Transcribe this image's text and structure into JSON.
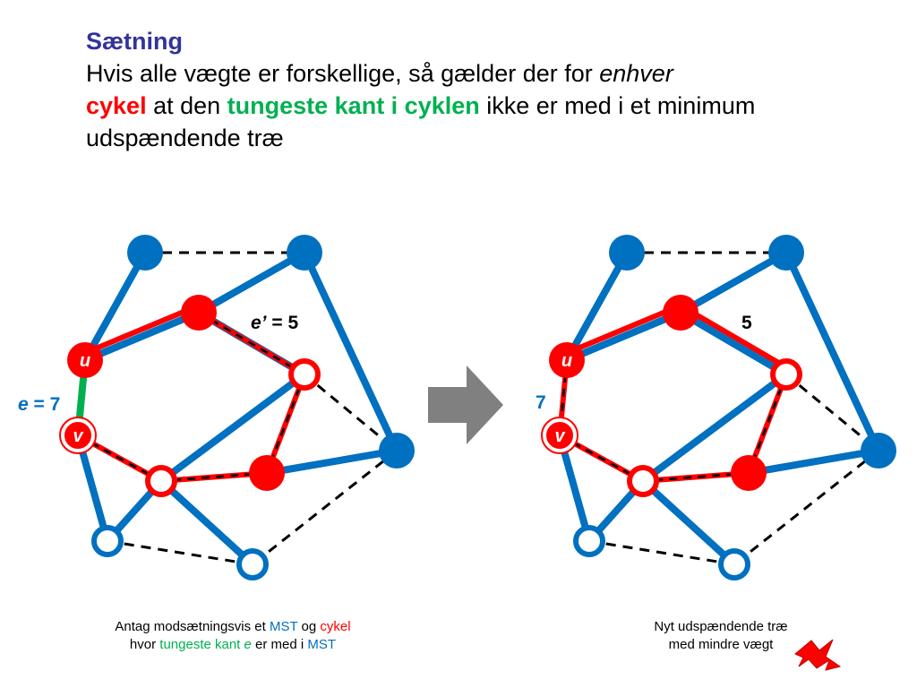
{
  "heading": {
    "title": "Sætning",
    "line1": "Hvis alle vægte er forskellige, så gælder der for ",
    "line1_italic": "enhver",
    "cycle": "cykel",
    "mid": " at den ",
    "heaviest": "tungeste kant i cyklen",
    "tail": " ikke er med i et minimum udspændende træ"
  },
  "left_graph": {
    "u_label": "u",
    "v_label": "v",
    "e_symbol": "e",
    "e_value": " = 7",
    "e2_symbol": "e’",
    "e2_value": " = 5"
  },
  "right_graph": {
    "u_label": "u",
    "v_label": "v",
    "weight_uv": "7",
    "weight_e2": "5"
  },
  "caption_left": {
    "p1": "Antag modsætningsvis et ",
    "mst1": "MST",
    "p2": " og ",
    "cycle": "cykel",
    "p3": "hvor ",
    "heaviest": "tungeste kant",
    "e": " e",
    "p4": " er med i ",
    "mst2": "MST"
  },
  "caption_right": {
    "line1": "Nyt udspændende træ",
    "line2": "med mindre vægt"
  },
  "colors": {
    "blue": "#0070c0",
    "red": "#ff0000",
    "green": "#00b050",
    "title": "#33339a",
    "arrow": "#808080"
  }
}
